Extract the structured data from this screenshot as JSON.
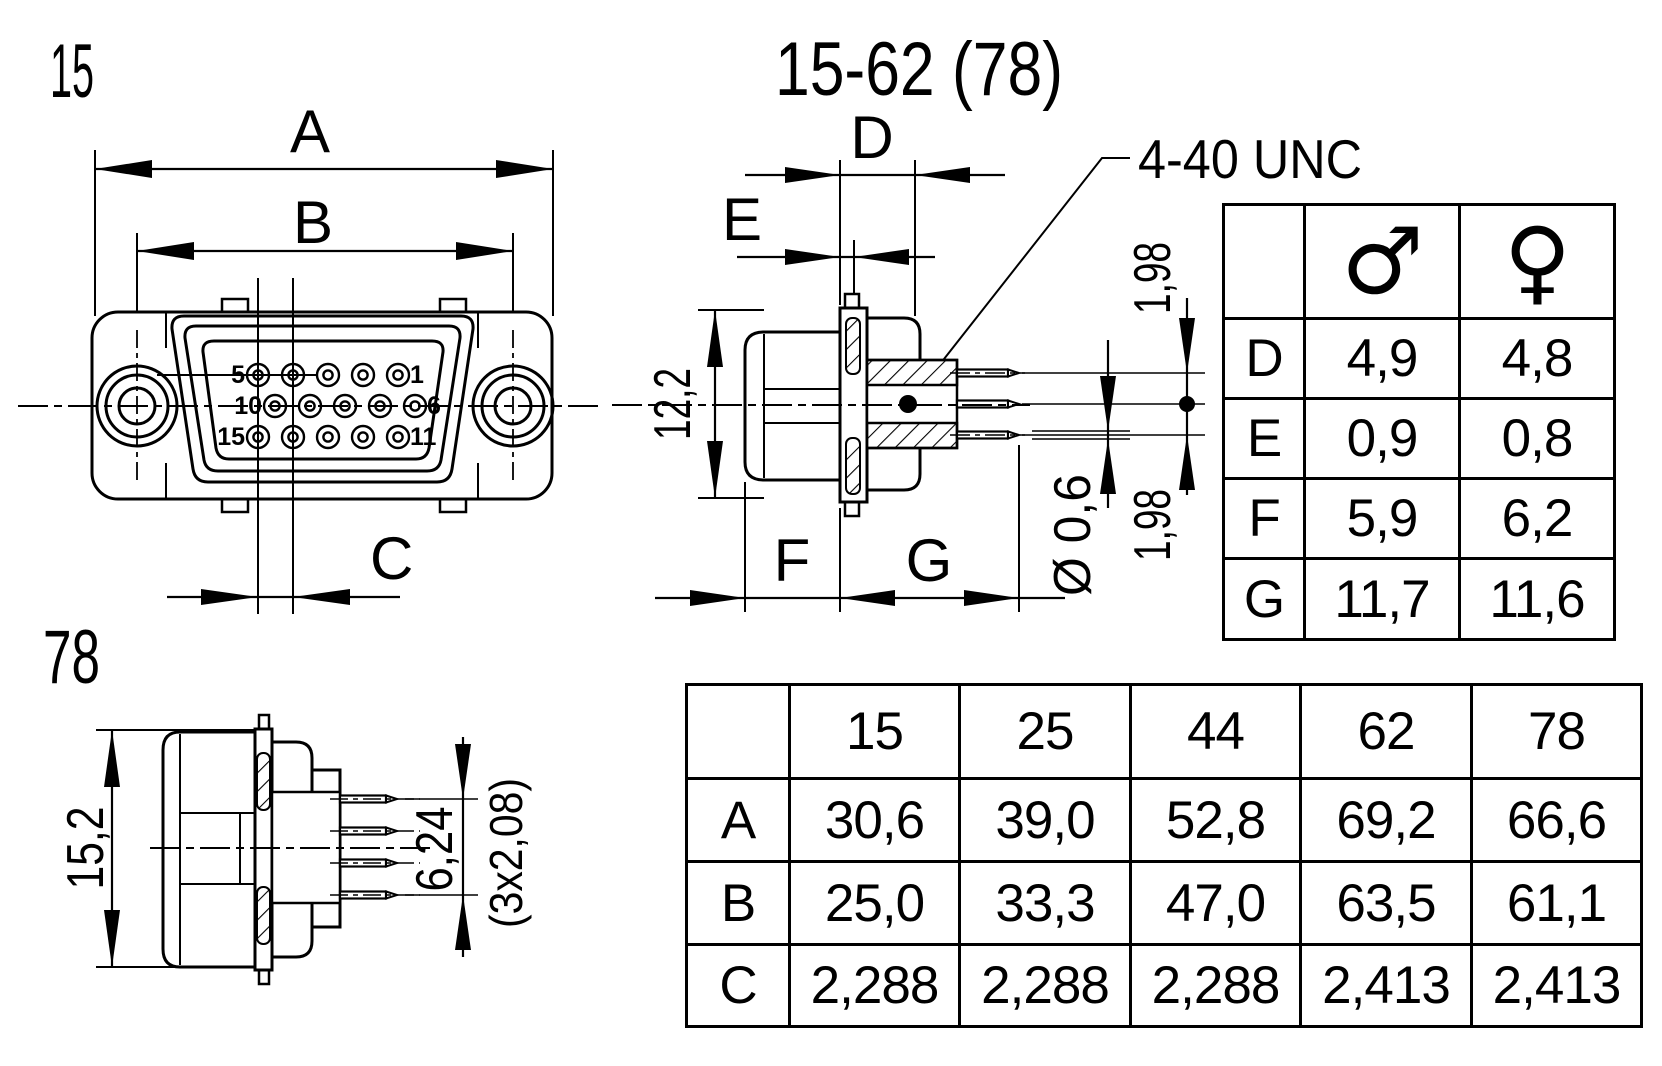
{
  "front_view": {
    "variant_label": "15",
    "dim_a_label": "A",
    "dim_b_label": "B",
    "dim_c_label": "C",
    "pin_labels": {
      "p5": "5",
      "p1": "1",
      "p10": "10",
      "p6": "6",
      "p15": "15",
      "p11": "11"
    }
  },
  "side_view": {
    "title": "15-62 (78)",
    "thread_callout": "4-40 UNC",
    "dim_d_label": "D",
    "dim_e_label": "E",
    "dim_f_label": "F",
    "dim_g_label": "G",
    "dim_height": "12,2",
    "dim_pitch_upper": "1,98",
    "dim_pitch_lower": "1,98",
    "dim_pin_dia": "Ø 0,6"
  },
  "rear_view": {
    "variant_label": "78",
    "dim_height": "15,2",
    "dim_pin_span": "6,24",
    "dim_pin_pitch": "(3x2,08)"
  },
  "gender_table": {
    "male_symbol": "♂",
    "female_symbol": "♀",
    "rows": [
      {
        "label": "D",
        "male": "4,9",
        "female": "4,8"
      },
      {
        "label": "E",
        "male": "0,9",
        "female": "0,8"
      },
      {
        "label": "F",
        "male": "5,9",
        "female": "6,2"
      },
      {
        "label": "G",
        "male": "11,7",
        "female": "11,6"
      }
    ]
  },
  "variant_table": {
    "columns": [
      "15",
      "25",
      "44",
      "62",
      "78"
    ],
    "rows": [
      {
        "label": "A",
        "values": [
          "30,6",
          "39,0",
          "52,8",
          "69,2",
          "66,6"
        ]
      },
      {
        "label": "B",
        "values": [
          "25,0",
          "33,3",
          "47,0",
          "63,5",
          "61,1"
        ]
      },
      {
        "label": "C",
        "values": [
          "2,288",
          "2,288",
          "2,288",
          "2,413",
          "2,413"
        ]
      }
    ]
  }
}
